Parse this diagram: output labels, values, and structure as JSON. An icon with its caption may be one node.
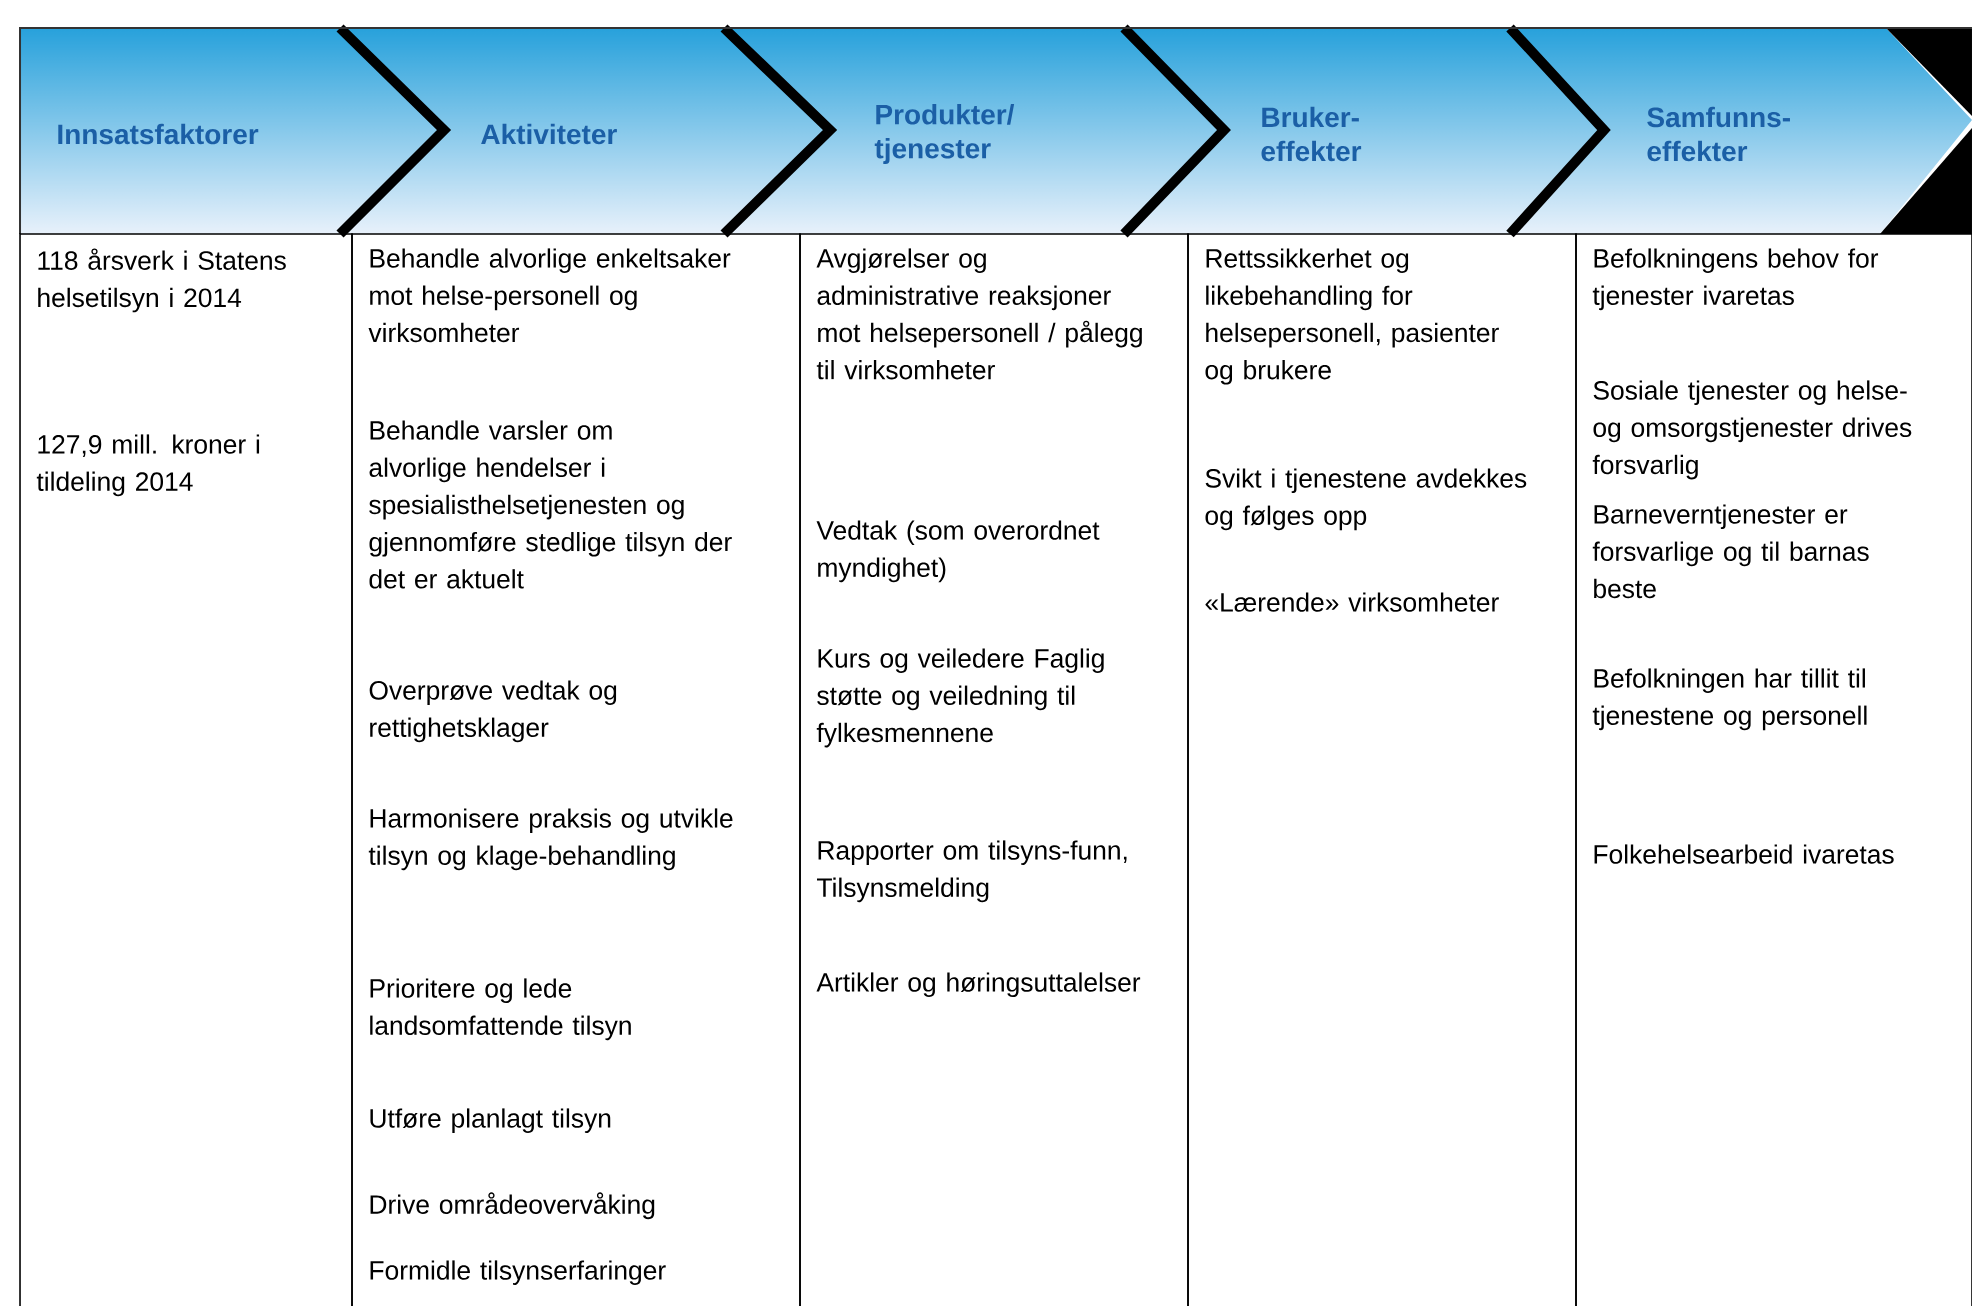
{
  "diagram": {
    "nodes": [
      {
        "text": [
          "Innsatsfaktorer"
        ]
      },
      {
        "text": [
          "Aktiviteter"
        ]
      },
      {
        "text": [
          "Produkter/ tjenester"
        ]
      },
      {
        "text": [
          "Bruker-effekter"
        ]
      },
      {
        "text": [
          "Samfunns-effekter"
        ]
      },
      {
        "text": [
          "118 årsverk i Statens helsetilsyn i 2014",
          "127,9 mill. kroner i tildeling 2014"
        ]
      },
      {
        "text": [
          "Behandle alvorlige enkeltsaker mot helse-personell og virksomheter",
          "Behandle varsler om alvorlige hendelser i spesialisthelsetjenesten og gjennomføre stedlige tilsyn der det er aktuelt",
          "Overprøve vedtak og rettighetsklager",
          "Harmonisere praksis og utvikle tilsyn og klage-behandling",
          "Prioritere og lede landsomfattende tilsyn",
          "Utføre planlagt tilsyn",
          "Drive områdeovervåking",
          "Formidle tilsynserfaringer"
        ]
      },
      {
        "text": [
          "Avgjørelser og administrative reaksjoner mot helsepersonell / pålegg til virksomheter",
          "Vedtak (som overordnet myndighet)",
          "Kurs og veiledere Faglig støtte og veiledning til fylkesmennene",
          "Rapporter om tilsyns-funn, Tilsynsmelding",
          "Artikler og høringsuttalelser"
        ]
      },
      {
        "text": [
          "Rettssikkerhet og likebehandling for helsepersonell, pasienter og brukere",
          "Svikt i tjenestene avdekkes og følges opp",
          "«Lærende» virksomheter"
        ]
      },
      {
        "text": [
          "Befolkningens behov for tjenester ivaretas",
          "Sosiale tjenester og helse- og omsorgstjenester drives forsvarlig",
          "Barneverntjenester er forsvarlige og til barnas beste",
          "Befolkningen har tillit til tjenestene og personell",
          "Folkehelsearbeid ivaretas"
        ]
      }
    ]
  }
}
